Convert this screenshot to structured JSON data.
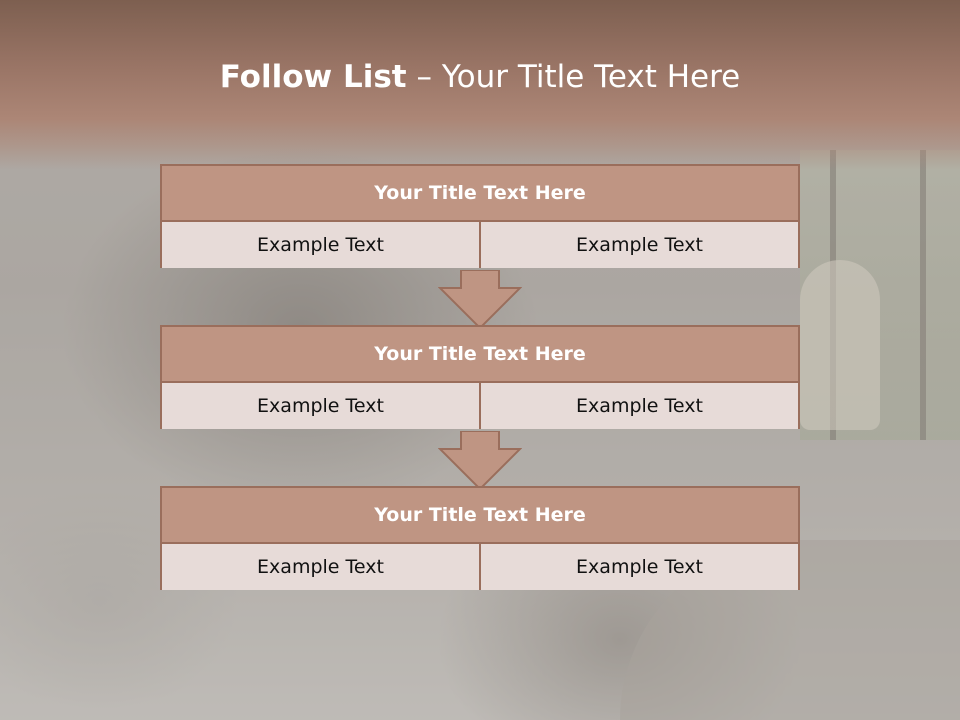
{
  "title": {
    "bold": "Follow List",
    "rest": " – Your Title Text Here"
  },
  "blocks": [
    {
      "heading": "Your Title Text Here",
      "left": "Example Text",
      "right": "Example Text"
    },
    {
      "heading": "Your Title Text Here",
      "left": "Example Text",
      "right": "Example Text"
    },
    {
      "heading": "Your Title Text Here",
      "left": "Example Text",
      "right": "Example Text"
    }
  ],
  "colors": {
    "header": "#9a7566",
    "block_head": "#bf9583",
    "block_body": "#e6d9d6",
    "border": "#9a6e5c"
  }
}
